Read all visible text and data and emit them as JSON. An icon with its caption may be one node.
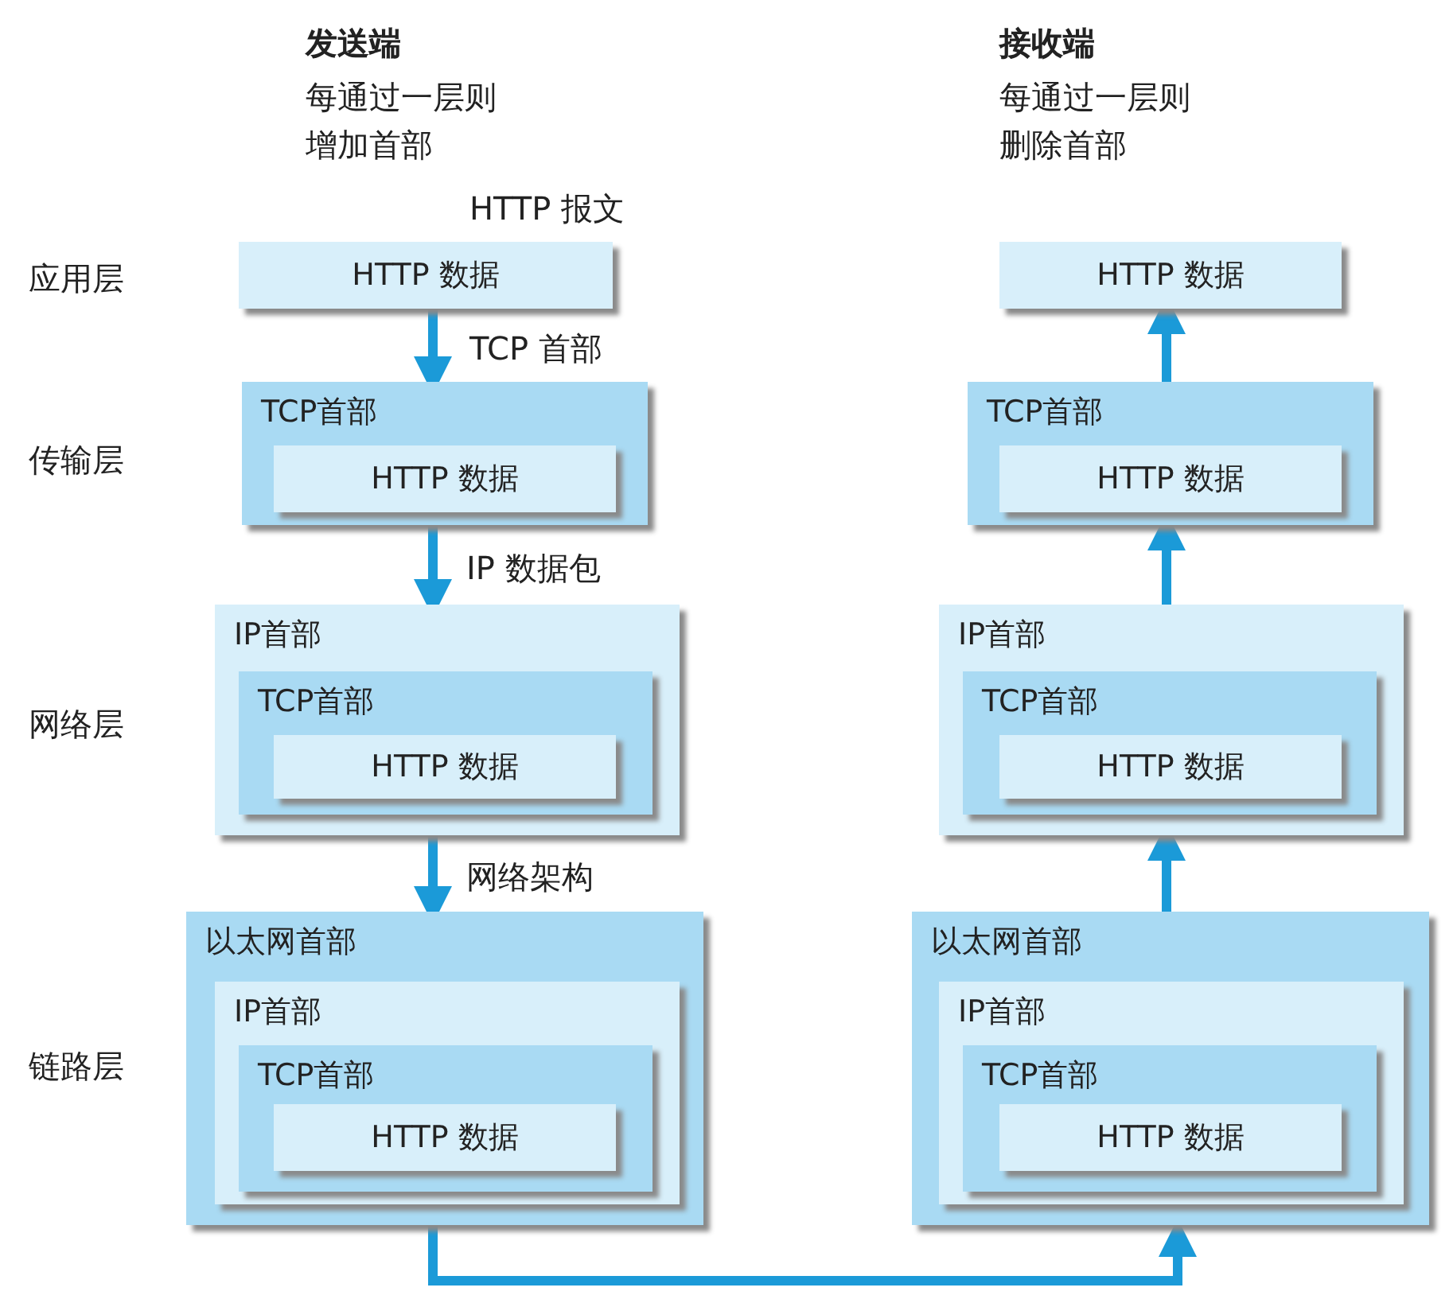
{
  "diagram": {
    "nodes": [
      {
        "text": [
          "HTTP 数据"
        ],
        "beside": [
          "HTTP 报文"
        ]
      },
      {
        "text": [
          "TCP首部"
        ]
      },
      {
        "text": [
          "HTTP 数据"
        ],
        "in": 1
      },
      {
        "text": [
          "IP首部"
        ]
      },
      {
        "text": [
          "TCP首部"
        ],
        "in": 3
      },
      {
        "text": [
          "HTTP 数据"
        ],
        "in": 4
      },
      {
        "text": [
          "以太网首部"
        ]
      },
      {
        "text": [
          "IP首部"
        ],
        "in": 6
      },
      {
        "text": [
          "TCP首部"
        ],
        "in": 7
      },
      {
        "text": [
          "HTTP 数据"
        ],
        "in": 8
      },
      {
        "text": [
          "HTTP 数据"
        ]
      },
      {
        "text": [
          "TCP首部"
        ]
      },
      {
        "text": [
          "HTTP 数据"
        ],
        "in": 11
      },
      {
        "text": [
          "IP首部"
        ]
      },
      {
        "text": [
          "TCP首部"
        ],
        "in": 13
      },
      {
        "text": [
          "HTTP 数据"
        ],
        "in": 14
      },
      {
        "text": [
          "以太网首部"
        ]
      },
      {
        "text": [
          "IP首部"
        ],
        "in": 16
      },
      {
        "text": [
          "TCP首部"
        ],
        "in": 17
      },
      {
        "text": [
          "HTTP 数据"
        ],
        "in": 18
      }
    ],
    "edges": [
      {
        "from": 0,
        "to": 1,
        "arrow": "to",
        "label": "TCP 首部"
      },
      {
        "from": 1,
        "to": 3,
        "arrow": "to",
        "label": "IP 数据包"
      },
      {
        "from": 3,
        "to": 6,
        "arrow": "to",
        "label": "网络架构"
      },
      {
        "from": 6,
        "to": 16,
        "arrow": "to"
      },
      {
        "from": 16,
        "to": 13,
        "arrow": "to"
      },
      {
        "from": 13,
        "to": 11,
        "arrow": "to"
      },
      {
        "from": 11,
        "to": 10,
        "arrow": "to"
      }
    ],
    "labels": [
      "发送端",
      "每通过一层则增加首部",
      "接收端",
      "每通过一层则删除首部",
      "应用层",
      "传输层",
      "网络层",
      "链路层"
    ]
  }
}
